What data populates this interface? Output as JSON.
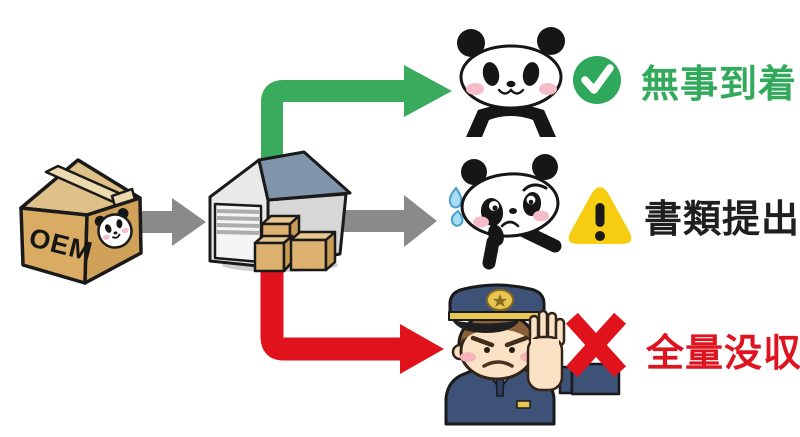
{
  "flow": {
    "source_box": {
      "label": "OEM",
      "sticker_icon": "panda-face-sticker-icon",
      "description_icon": "cardboard-box-icon"
    },
    "hub_icon": "warehouse-icon",
    "feed_arrow_icon": "arrow-right-icon",
    "outcomes": [
      {
        "id": "arrival",
        "label": "無事到着",
        "label_color": "#33a95b",
        "arrow_color": "#3aab5c",
        "arrow_icon": "green-elbow-arrow-icon",
        "status_icon": "check-circle-icon",
        "character_icon": "happy-panda-icon"
      },
      {
        "id": "documents",
        "label": "書類提出",
        "label_color": "#1f1f1f",
        "arrow_color": "#8a8a8a",
        "arrow_icon": "gray-straight-arrow-icon",
        "status_icon": "warning-triangle-icon",
        "character_icon": "worried-panda-icon"
      },
      {
        "id": "confiscation",
        "label": "全量没収",
        "label_color": "#de1420",
        "arrow_color": "#e0121c",
        "arrow_icon": "red-elbow-arrow-icon",
        "status_icon": "cross-mark-icon",
        "character_icon": "police-officer-icon"
      }
    ]
  },
  "colors": {
    "background": "#ffffff",
    "green": "#3aab5c",
    "red": "#e0121c",
    "gray_arrow": "#8a8a8a",
    "warning_yellow": "#f7cd11",
    "box_tan": "#d9ab63",
    "box_tan_dark": "#d0a158",
    "box_tan_top": "#e0c089",
    "warehouse_wall": "#e9e9e9",
    "warehouse_roof": "#8094ac",
    "police_navy": "#3e5177",
    "gold": "#e7c654",
    "skin": "#fce2c4",
    "cheek_pink": "#f6bcc8",
    "outline_black": "#1a1a1a"
  }
}
